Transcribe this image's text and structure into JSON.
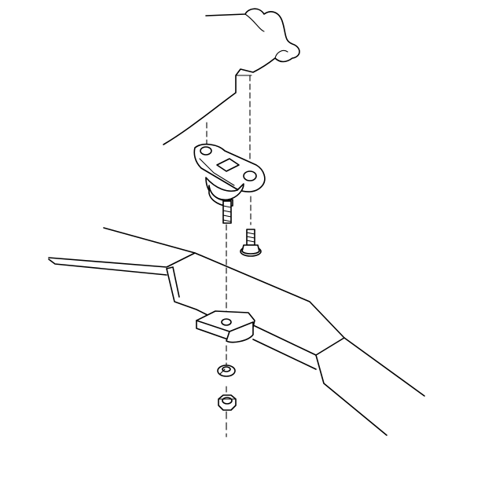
{
  "figure": {
    "parts": [
      "body-panel",
      "mount-bracket",
      "bumper-stud",
      "bolt",
      "frame-rail",
      "frame-bracket",
      "lock-washer",
      "nut"
    ]
  },
  "colors": {
    "line": "#000000",
    "background": "#ffffff"
  }
}
